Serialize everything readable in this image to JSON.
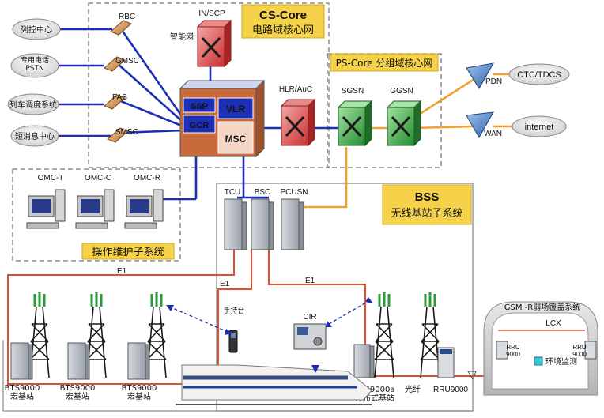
{
  "regions": {
    "cs_core": {
      "title": "CS-Core",
      "subtitle": "电路域核心网"
    },
    "ps_core": {
      "title": "PS-Core 分组域核心网"
    },
    "bss": {
      "title": "BSS",
      "subtitle": "无线基站子系统"
    },
    "oss": {
      "title": "操作维护子系统"
    },
    "gsmr": {
      "title": "GSM -R弱场覆盖系统"
    }
  },
  "external_nodes": {
    "dispatch_center": "列控中心",
    "pstn": "专用电话\nPSTN",
    "train_dispatch": "列车调度系统",
    "sms_center": "短消息中心",
    "ctc": "CTC/TDCS",
    "internet": "internet"
  },
  "core": {
    "rbc": "RBC",
    "gmsc": "GMSC",
    "fas": "FAS",
    "smsc": "SMSC",
    "in_scp": "IN/SCP",
    "in_network": "智能网",
    "ssp": "SSP",
    "vlr": "VLR",
    "gcr": "GCR",
    "msc": "MSC",
    "hlr_auc": "HLR/AuC",
    "sgsn": "SGSN",
    "ggsn": "GGSN",
    "pdn": "PDN",
    "wan": "WAN"
  },
  "omc": {
    "t": "OMC-T",
    "c": "OMC-C",
    "r": "OMC-R"
  },
  "bss": {
    "tcu": "TCU",
    "bsc": "BSC",
    "pcusn": "PCUSN"
  },
  "links": {
    "e1": "E1",
    "fiber": "光纤",
    "lcx": "LCX",
    "env_monitor": "环境监测"
  },
  "devices": {
    "handset": "手持台",
    "cir": "CIR",
    "bts1": "BTS9000\n宏基站",
    "bts2": "BTS9000\n宏基站",
    "bts3": "BTS9000\n宏基站",
    "bts4": "BTS9000a\n分布式基站",
    "rru": "RRU9000",
    "rru_a": "RRU\n9000",
    "rru_b": "RRU\n9000"
  },
  "colors": {
    "blue_link": "#1a2fb5",
    "orange_link": "#f0a030",
    "red_link": "#e05030",
    "dashed_box": "#8a8a8a",
    "label_box": "#f5d24a"
  }
}
